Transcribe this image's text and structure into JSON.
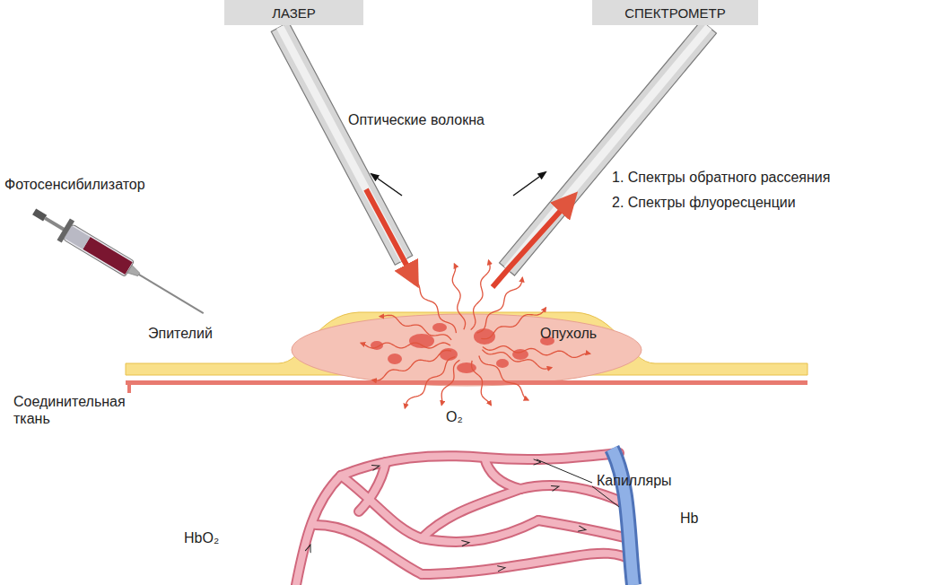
{
  "diagram": {
    "nodes": [
      {
        "text": [
          "ЛАЗЕР"
        ]
      },
      {
        "text": [
          "СПЕКТРОМЕТР"
        ]
      }
    ],
    "labels": [
      "Оптические волокна",
      "Фотосенсибилизатор",
      "1. Спектры обратного рассеяния",
      "2. Спектры флуоресценции",
      "Эпителий",
      "Опухоль",
      "Соединительная ткань",
      "O₂",
      "Капилляры",
      "Hb",
      "HbO₂"
    ]
  }
}
